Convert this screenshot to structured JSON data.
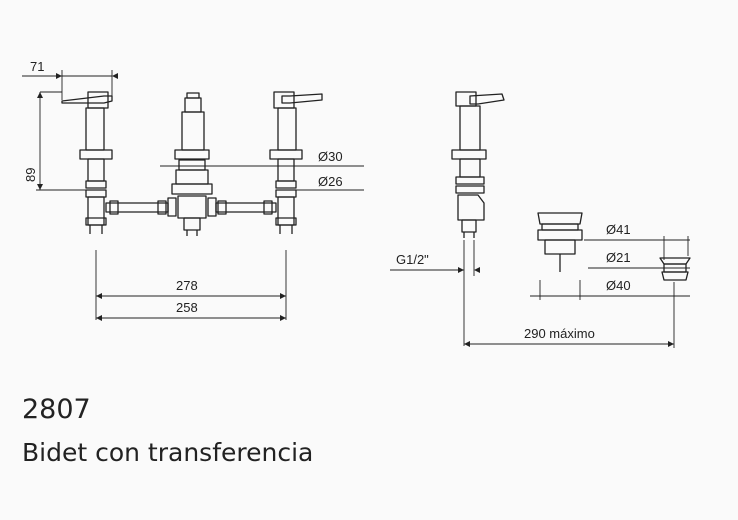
{
  "dimensions": {
    "handle_offset": "71",
    "height": "89",
    "body_diameter": "Ø30",
    "nut_diameter": "Ø26",
    "centers_max": "278",
    "centers_min": "258",
    "thread": "G1/2\"",
    "drain_top_diameter": "Ø41",
    "drain_stem_diameter": "Ø21",
    "drain_base_diameter": "Ø40",
    "spout_to_drain": "290 máximo"
  },
  "caption": {
    "model": "2807",
    "description": "Bidet con transferencia"
  }
}
